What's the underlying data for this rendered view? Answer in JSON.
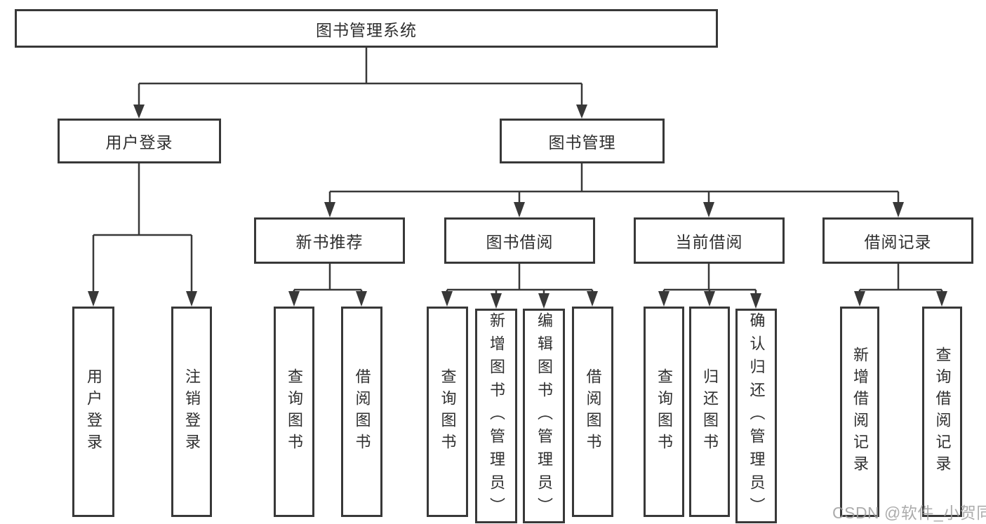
{
  "tree": {
    "root": "图书管理系统",
    "children": [
      {
        "label": "用户登录",
        "children": [
          {
            "label": "用户登录"
          },
          {
            "label": "注销登录"
          }
        ]
      },
      {
        "label": "图书管理",
        "children": [
          {
            "label": "新书推荐",
            "children": [
              {
                "label": "查询图书"
              },
              {
                "label": "借阅图书"
              }
            ]
          },
          {
            "label": "图书借阅",
            "children": [
              {
                "label": "查询图书"
              },
              {
                "label": "新增图书（管理员）"
              },
              {
                "label": "编辑图书（管理员）"
              },
              {
                "label": "借阅图书"
              }
            ]
          },
          {
            "label": "当前借阅",
            "children": [
              {
                "label": "查询图书"
              },
              {
                "label": "归还图书"
              },
              {
                "label": "确认归还（管理员）"
              }
            ]
          },
          {
            "label": "借阅记录",
            "children": [
              {
                "label": "新增借阅记录"
              },
              {
                "label": "查询借阅记录"
              }
            ]
          }
        ]
      }
    ]
  },
  "watermark": {
    "text": "CSDN @软件_小贺同学"
  },
  "colors": {
    "line": "#383838",
    "text": "#2f2f2f",
    "watermark": "#9e9e9e",
    "background": "#ffffff"
  }
}
